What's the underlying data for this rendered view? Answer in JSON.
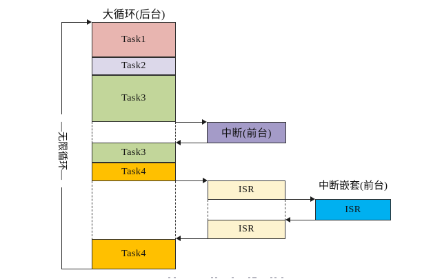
{
  "title": "大循环(后台)",
  "infinite_loop_label": "—无限循环—",
  "tasks": [
    {
      "label": "Task1",
      "color": "#e8b5b0"
    },
    {
      "label": "Task2",
      "color": "#dcd8ea"
    },
    {
      "label": "Task3",
      "color": "#c2d69a"
    },
    {
      "label": "Task3",
      "color": "#c2d69a"
    },
    {
      "label": "Task4",
      "color": "#ffc000"
    },
    {
      "label": "Task4",
      "color": "#ffc000"
    }
  ],
  "interrupt": {
    "label": "中断(前台)",
    "color": "#a49bc8"
  },
  "isrs": [
    {
      "label": "ISR",
      "color": "#fdf3cf"
    },
    {
      "label": "ISR",
      "color": "#fdf3cf"
    }
  ],
  "nested_interrupt": {
    "title": "中断嵌套(前台)",
    "label": "ISR",
    "color": "#00b0f0"
  }
}
